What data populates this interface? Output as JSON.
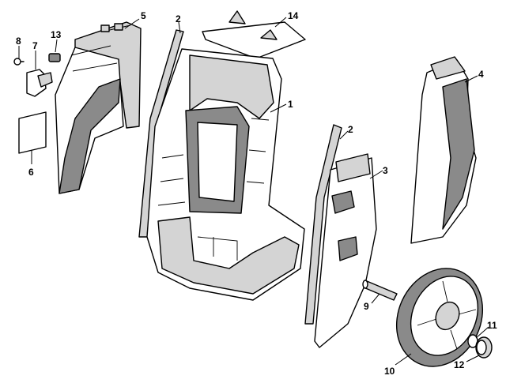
{
  "callouts": {
    "c1": "1",
    "c2a": "2",
    "c2b": "2",
    "c3": "3",
    "c4": "4",
    "c5": "5",
    "c6": "6",
    "c7": "7",
    "c8": "8",
    "c9": "9",
    "c10": "10",
    "c11": "11",
    "c12": "12",
    "c13": "13",
    "c14": "14"
  },
  "colors": {
    "line": "#000000",
    "shade_light": "#d4d4d4",
    "shade_dark": "#8a8a8a",
    "background": "#ffffff"
  }
}
